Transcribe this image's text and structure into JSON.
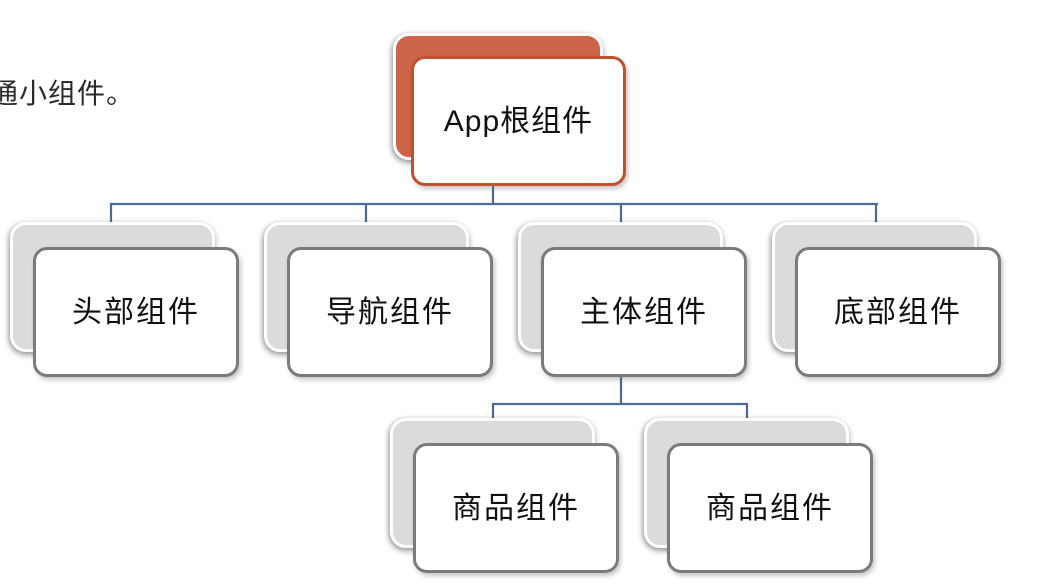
{
  "caption": "通小组件。",
  "diagram": {
    "type": "component-tree",
    "root": {
      "label": "App根组件"
    },
    "level2": [
      {
        "label": "头部组件"
      },
      {
        "label": "导航组件"
      },
      {
        "label": "主体组件"
      },
      {
        "label": "底部组件"
      }
    ],
    "level3": [
      {
        "label": "商品组件"
      },
      {
        "label": "商品组件"
      }
    ],
    "edges": [
      "App根组件 -> 头部组件",
      "App根组件 -> 导航组件",
      "App根组件 -> 主体组件",
      "App根组件 -> 底部组件",
      "主体组件 -> 商品组件",
      "主体组件 -> 商品组件"
    ],
    "colors": {
      "root_back_fill": "#cd6349",
      "root_border": "#c2522f",
      "node_back_fill": "#dbdbdb",
      "node_border": "#7b7b7b",
      "node_fill": "#ffffff",
      "connector": "#4a6b94",
      "caption_text": "#2b2b2b",
      "background": "#ffffff"
    }
  }
}
